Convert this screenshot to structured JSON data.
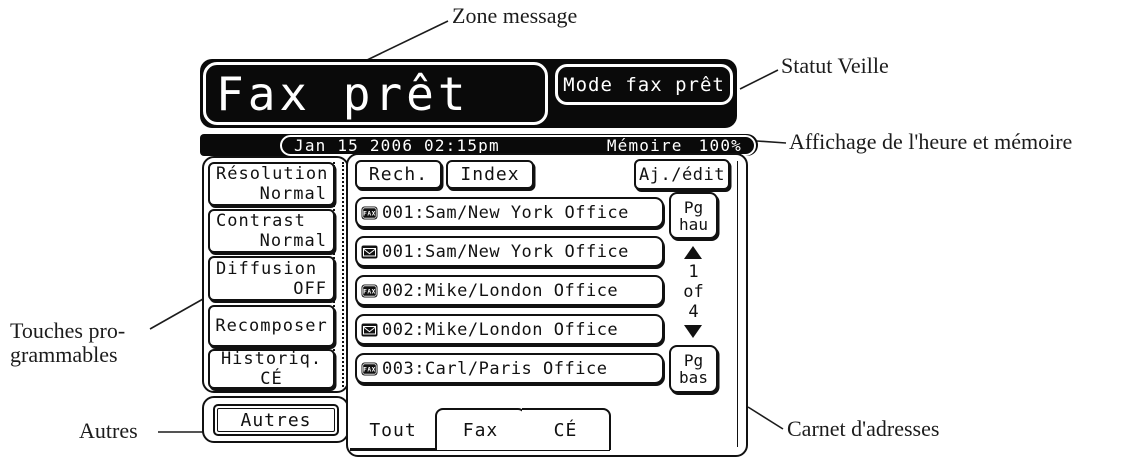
{
  "colors": {
    "dark": "#0a0a0a",
    "ink": "#111111",
    "screen_text": "#ffffff"
  },
  "callouts": {
    "zone_message": "Zone message",
    "statut_veille": "Statut Veille",
    "heure_memoire": "Affichage de l'heure et mémoire",
    "touches_programmables": "Touches pro-\ngrammables",
    "autres": "Autres",
    "carnet_adresses": "Carnet d'adresses"
  },
  "screen": {
    "message": "Fax prêt",
    "status_button": "Mode fax prêt",
    "datetime": "Jan 15 2006 02:15pm",
    "memory_label": "Mémoire",
    "memory_value": "100%",
    "soft_keys": [
      {
        "line1": "Résolution",
        "line2": "Normal"
      },
      {
        "line1": "Contrast",
        "line2": "Normal"
      },
      {
        "line1": "Diffusion",
        "line2": "OFF"
      },
      {
        "line1": "Recomposer"
      },
      {
        "line1": "Historiq.",
        "line2": "CÉ"
      }
    ],
    "autres_button": "Autres",
    "address_book": {
      "search_button": "Rech.",
      "index_button": "Index",
      "add_edit_button": "Aj./édit",
      "entries": [
        {
          "icon": "fax-icon",
          "label": "001:Sam/New York Office"
        },
        {
          "icon": "email-icon",
          "label": "001:Sam/New York Office"
        },
        {
          "icon": "fax-icon",
          "label": "002:Mike/London Office"
        },
        {
          "icon": "email-icon",
          "label": "002:Mike/London Office"
        },
        {
          "icon": "fax-icon",
          "label": "003:Carl/Paris Office"
        }
      ],
      "pager": {
        "page_up": "Pg\nhau",
        "current": "1",
        "separator": "of",
        "total": "4",
        "page_down": "Pg\nbas"
      },
      "tabs": [
        {
          "label": "Tout",
          "selected": true
        },
        {
          "label": "Fax",
          "selected": false
        },
        {
          "label": "CÉ",
          "selected": false
        }
      ]
    }
  }
}
